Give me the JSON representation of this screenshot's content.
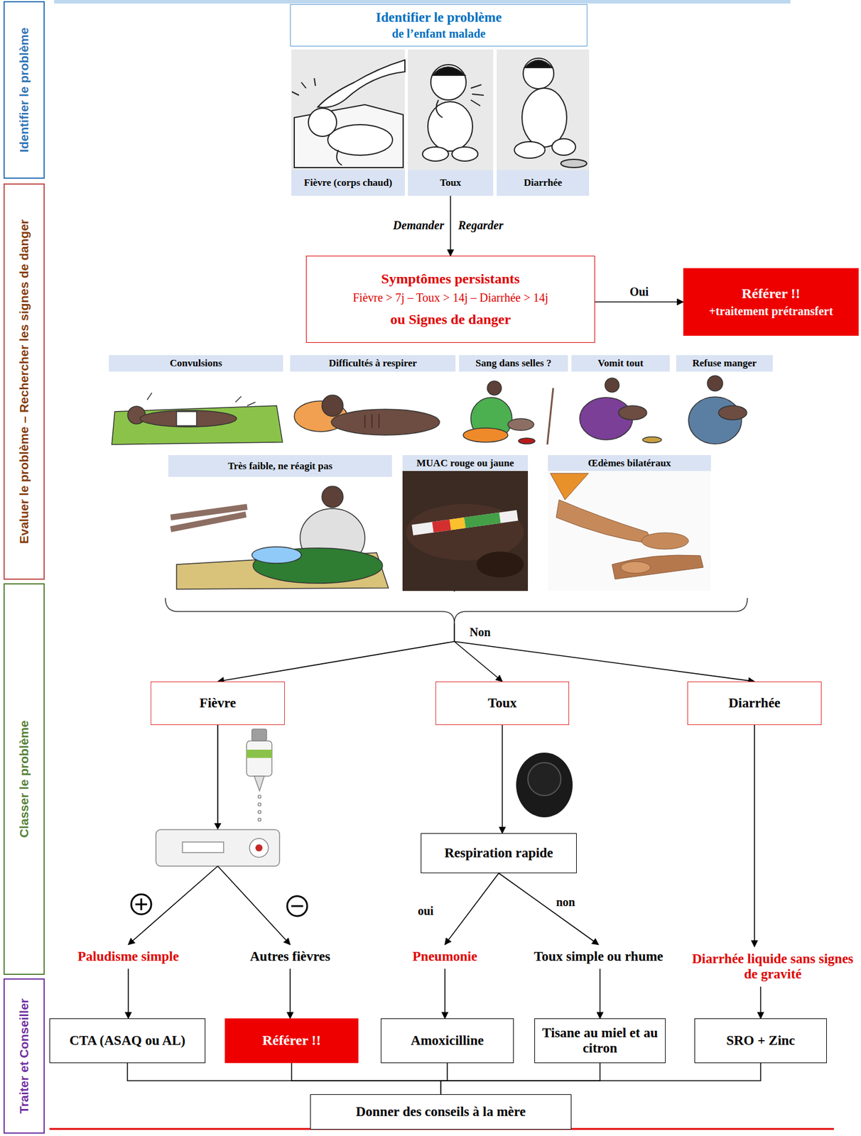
{
  "diagram": {
    "nodes": [
      {
        "text": [
          "Identifier le problème",
          "de l’enfant malade"
        ]
      },
      {
        "text": [
          "Fièvre (corps chaud)"
        ]
      },
      {
        "text": [
          "Toux"
        ]
      },
      {
        "text": [
          "Diarrhée"
        ]
      },
      {
        "text": [
          "Symptômes persistants",
          "Fièvre > 7j – Toux > 14j – Diarrhée > 14j",
          "ou Signes de danger"
        ]
      },
      {
        "text": [
          "Référer !!",
          "+traitement prétransfert"
        ]
      },
      {
        "text": [
          "Convulsions"
        ]
      },
      {
        "text": [
          "Difficultés à respirer"
        ]
      },
      {
        "text": [
          "Sang dans selles ?"
        ]
      },
      {
        "text": [
          "Vomit tout"
        ]
      },
      {
        "text": [
          "Refuse manger"
        ]
      },
      {
        "text": [
          "Très faible, ne réagit pas"
        ]
      },
      {
        "text": [
          "MUAC rouge ou jaune"
        ]
      },
      {
        "text": [
          "Œdèmes bilatéraux"
        ]
      },
      {
        "text": [
          "Fièvre"
        ]
      },
      {
        "text": [
          "Toux"
        ]
      },
      {
        "text": [
          "Diarrhée"
        ]
      },
      {
        "text": [
          "Respiration rapide"
        ]
      },
      {
        "text": [
          "Paludisme simple"
        ]
      },
      {
        "text": [
          "Autres fièvres"
        ]
      },
      {
        "text": [
          "Pneumonie"
        ]
      },
      {
        "text": [
          "Toux simple ou rhume"
        ]
      },
      {
        "text": [
          "Diarrhée liquide sans signes de gravité"
        ]
      },
      {
        "text": [
          "CTA (ASAQ ou AL)"
        ]
      },
      {
        "text": [
          "Référer !!"
        ]
      },
      {
        "text": [
          "Amoxicilline"
        ]
      },
      {
        "text": [
          "Tisane au miel et au citron"
        ]
      },
      {
        "text": [
          "SRO + Zinc"
        ]
      },
      {
        "text": [
          "Donner des conseils à la mère"
        ]
      },
      {
        "text": [
          "Identifier le problème"
        ]
      },
      {
        "text": [
          "Evaluer le problème – Rechercher les signes de danger"
        ]
      },
      {
        "text": [
          "Classer le problème"
        ]
      },
      {
        "text": [
          "Traiter et Conseiller"
        ]
      }
    ],
    "edges": [
      {
        "from": 2,
        "to": 4,
        "arrow": "to"
      },
      {
        "from": 4,
        "to": 5,
        "label": "Oui",
        "arrow": "to"
      },
      {
        "from": 12,
        "to": 14,
        "arrow": "to"
      },
      {
        "from": 12,
        "to": 15,
        "label": "Non",
        "arrow": "to"
      },
      {
        "from": 12,
        "to": 16,
        "arrow": "to"
      },
      {
        "from": 14,
        "to": 18,
        "arrow": "to"
      },
      {
        "from": 14,
        "to": 19,
        "arrow": "to"
      },
      {
        "from": 15,
        "to": 17,
        "arrow": "to"
      },
      {
        "from": 17,
        "to": 20,
        "label": "oui",
        "arrow": "to"
      },
      {
        "from": 17,
        "to": 21,
        "label": "non",
        "arrow": "to"
      },
      {
        "from": 16,
        "to": 22,
        "arrow": "to"
      },
      {
        "from": 18,
        "to": 23,
        "arrow": "to"
      },
      {
        "from": 19,
        "to": 24,
        "arrow": "to"
      },
      {
        "from": 20,
        "to": 25,
        "arrow": "to"
      },
      {
        "from": 21,
        "to": 26,
        "arrow": "to"
      },
      {
        "from": 22,
        "to": 27,
        "arrow": "to"
      },
      {
        "from": 23,
        "to": 28,
        "arrow": "none"
      },
      {
        "from": 24,
        "to": 28,
        "arrow": "none"
      },
      {
        "from": 25,
        "to": 28,
        "arrow": "none"
      },
      {
        "from": 26,
        "to": 28,
        "arrow": "none"
      },
      {
        "from": 27,
        "to": 28,
        "arrow": "none"
      }
    ],
    "labels": [
      "Demander",
      "Regarder"
    ]
  }
}
